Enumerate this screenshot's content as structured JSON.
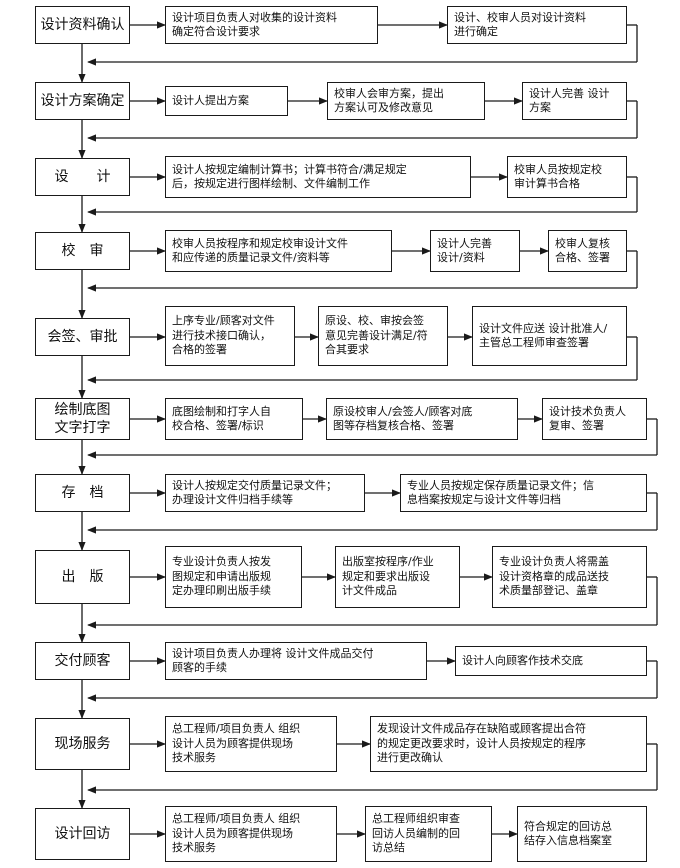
{
  "stages": [
    {
      "label": "设计资料确认",
      "steps": [
        "设计项目负责人对收集的设计资料\n确定符合设计要求",
        "设计、校审人员对设计资料\n进行确定"
      ]
    },
    {
      "label": "设计方案确定",
      "steps": [
        "设计人提出方案",
        "校审人会审方案，提出\n方案认可及修改意见",
        "设计人完善 设计方案"
      ]
    },
    {
      "label": "设　　计",
      "steps": [
        "设计人按规定编制计算书；计算书符合/满足规定\n后，按规定进行图样绘制、文件编制工作",
        "校审人员按规定校\n审计算书合格"
      ]
    },
    {
      "label": "校　审",
      "steps": [
        "校审人员按程序和规定校审设计文件\n和应传递的质量记录文件/资料等",
        "设计人完善\n设计/资料",
        "校审人复核\n合格、签署"
      ]
    },
    {
      "label": "会签、审批",
      "steps": [
        "上序专业/顾客对文件\n进行技术接口确认，\n合格的签署",
        "原设、校、审按会签\n意见完善设计满足/符\n合其要求",
        "设计文件应送 设计批准人/\n主管总工程师审查签署"
      ]
    },
    {
      "label": "绘制底图\n文字打字",
      "steps": [
        "底图绘制和打字人自\n校合格、签署/标识",
        "原设校审人/会签人/顾客对底\n图等存档复核合格、签署",
        "设计技术负责人\n复审、签署"
      ]
    },
    {
      "label": "存　档",
      "steps": [
        "设计人按规定交付质量记录文件；\n办理设计文件归档手续等",
        "专业人员按规定保存质量记录文件；信\n息档案按规定与设计文件等归档"
      ]
    },
    {
      "label": "出　版",
      "steps": [
        "专业设计负责人按发\n图规定和申请出版规\n定办理印刷出版手续",
        "出版室按程序/作业\n规定和要求出版设\n计文件成品",
        "专业设计负责人将需盖\n设计资格章的成品送技\n术质量部登记、盖章"
      ]
    },
    {
      "label": "交付顾客",
      "steps": [
        "设计项目负责人办理将 设计文件成品交付\n顾客的手续",
        "设计人向顾客作技术交底"
      ]
    },
    {
      "label": "现场服务",
      "steps": [
        "总工程师/项目负责人 组织\n设计人员为顾客提供现场\n技术服务",
        "发现设计文件成品存在缺陷或顾客提出合符\n的规定更改要求时，设计人员按规定的程序\n进行更改确认"
      ]
    },
    {
      "label": "设计回访",
      "steps": [
        "总工程师/项目负责人 组织\n设计人员为顾客提供现场\n技术服务",
        "总工程师组织审查\n回访人员编制的回\n访总结",
        "符合规定的回访总\n结存入信息档案室"
      ]
    }
  ]
}
